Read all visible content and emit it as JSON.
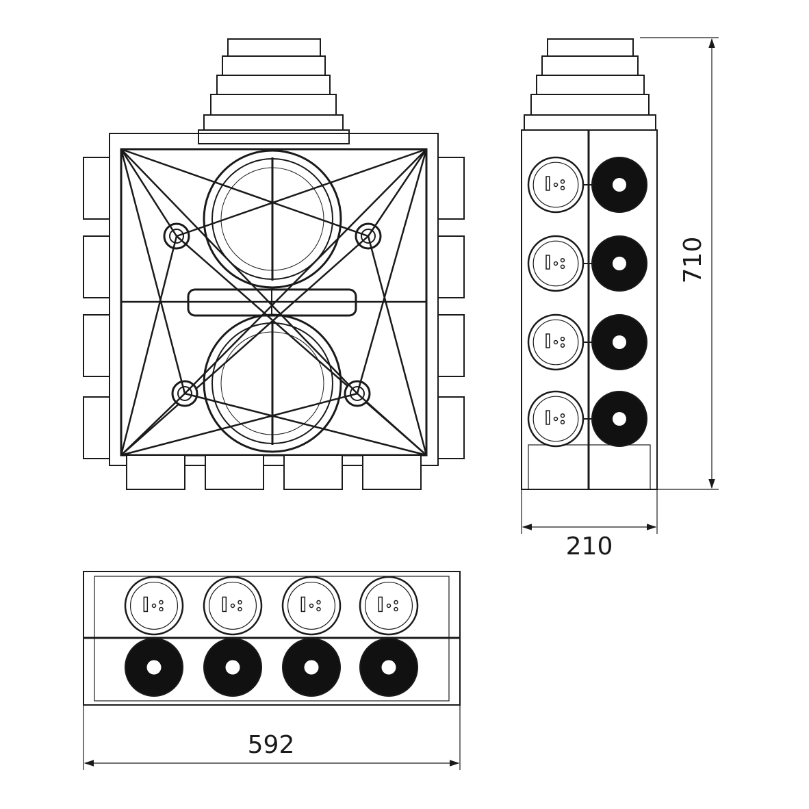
{
  "drawing": {
    "views": [
      "front-view",
      "side-view",
      "bottom-view"
    ],
    "dimensions": {
      "height": "710",
      "depth": "210",
      "width": "592"
    },
    "outlet_count_per_row": 4,
    "colors": {
      "line": "#1a1a1a",
      "background": "#ffffff",
      "fill_dark": "#111111"
    }
  }
}
